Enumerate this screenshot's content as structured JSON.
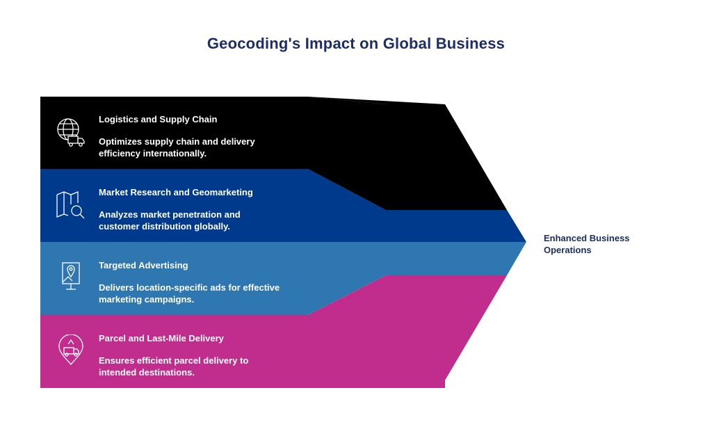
{
  "title": "Geocoding's Impact on Global Business",
  "outcome": "Enhanced Business Operations",
  "colors": {
    "band1": "#000000",
    "band2": "#003a8c",
    "band3": "#2e77b0",
    "band4": "#c12d8c",
    "title": "#1c2e63"
  },
  "bands": [
    {
      "heading": "Logistics and Supply Chain",
      "description": "Optimizes supply chain and delivery efficiency internationally.",
      "icon": "globe-truck-icon"
    },
    {
      "heading": "Market Research and Geomarketing",
      "description": "Analyzes market penetration and customer distribution globally.",
      "icon": "map-search-icon"
    },
    {
      "heading": "Targeted Advertising",
      "description": "Delivers location-specific ads for effective marketing campaigns.",
      "icon": "location-billboard-icon"
    },
    {
      "heading": "Parcel and Last-Mile Delivery",
      "description": "Ensures efficient parcel delivery to intended destinations.",
      "icon": "delivery-pin-icon"
    }
  ]
}
